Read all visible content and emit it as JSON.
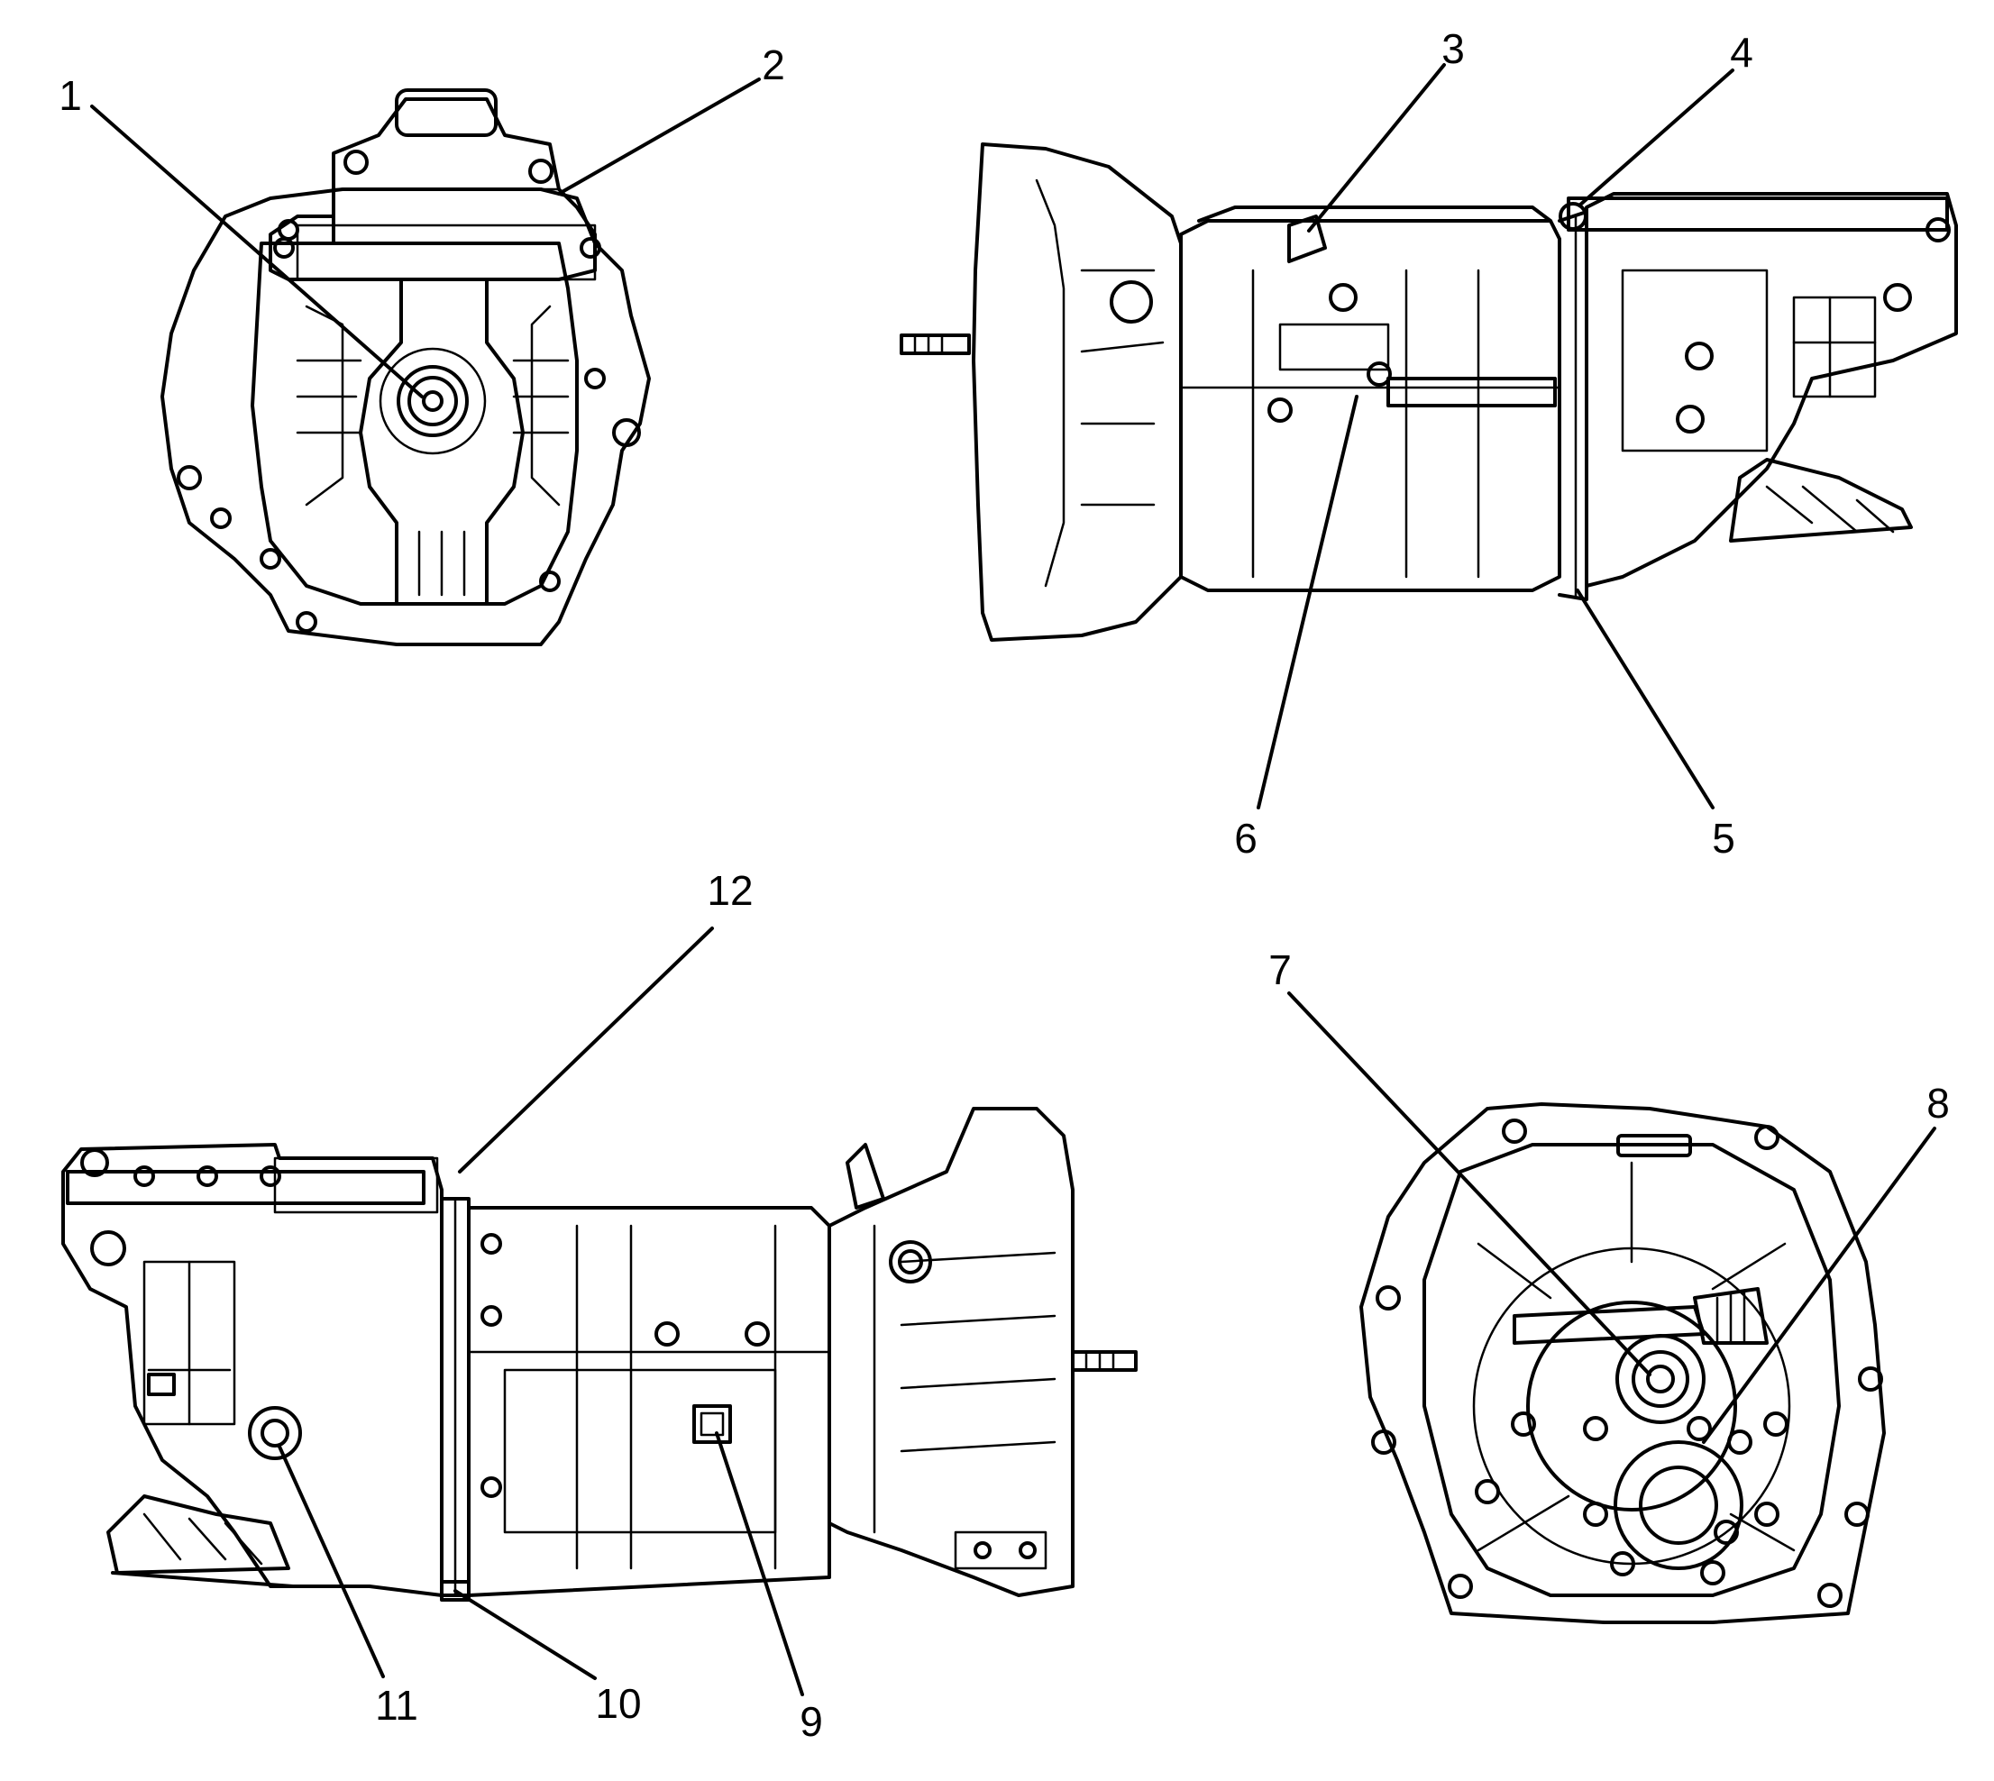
{
  "callouts": {
    "c1": "1",
    "c2": "2",
    "c3": "3",
    "c4": "4",
    "c5": "5",
    "c6": "6",
    "c7": "7",
    "c8": "8",
    "c9": "9",
    "c10": "10",
    "c11": "11",
    "c12": "12"
  },
  "colors": {
    "ink": "#000000",
    "background": "#ffffff"
  }
}
